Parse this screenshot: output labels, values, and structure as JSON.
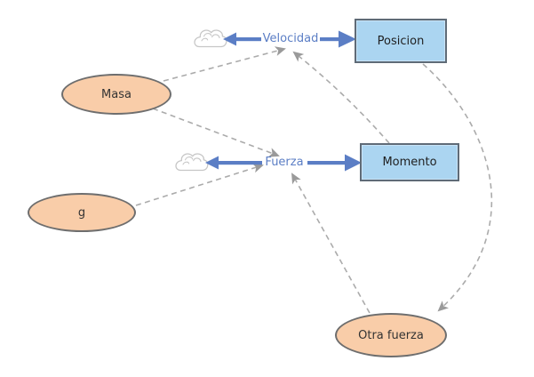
{
  "diagram": {
    "type": "stock-and-flow",
    "stocks": [
      {
        "label": "Posicion"
      },
      {
        "label": "Momento"
      }
    ],
    "flows": [
      {
        "label": "Velocidad",
        "from": "cloud",
        "to": "Posicion"
      },
      {
        "label": "Fuerza",
        "from": "cloud",
        "to": "Momento"
      }
    ],
    "auxiliaries": [
      {
        "label": "Masa"
      },
      {
        "label": "g"
      },
      {
        "label": "Otra fuerza"
      }
    ],
    "connectors": [
      {
        "from": "Masa",
        "to": "Velocidad"
      },
      {
        "from": "Masa",
        "to": "Fuerza"
      },
      {
        "from": "g",
        "to": "Fuerza"
      },
      {
        "from": "Otra fuerza",
        "to": "Fuerza"
      },
      {
        "from": "Momento",
        "to": "Velocidad"
      },
      {
        "from": "Posicion",
        "to": "Otra fuerza"
      }
    ],
    "colors": {
      "stock_fill": "#abd5f1",
      "stock_border": "#5f6b77",
      "aux_fill": "#f9cda9",
      "aux_border": "#6e6e6e",
      "flow_blue": "#5b7ec5",
      "connector_gray": "#ababab",
      "arrowhead_gray": "#9a9a9a",
      "cloud_gray": "#c6c6c6"
    }
  }
}
